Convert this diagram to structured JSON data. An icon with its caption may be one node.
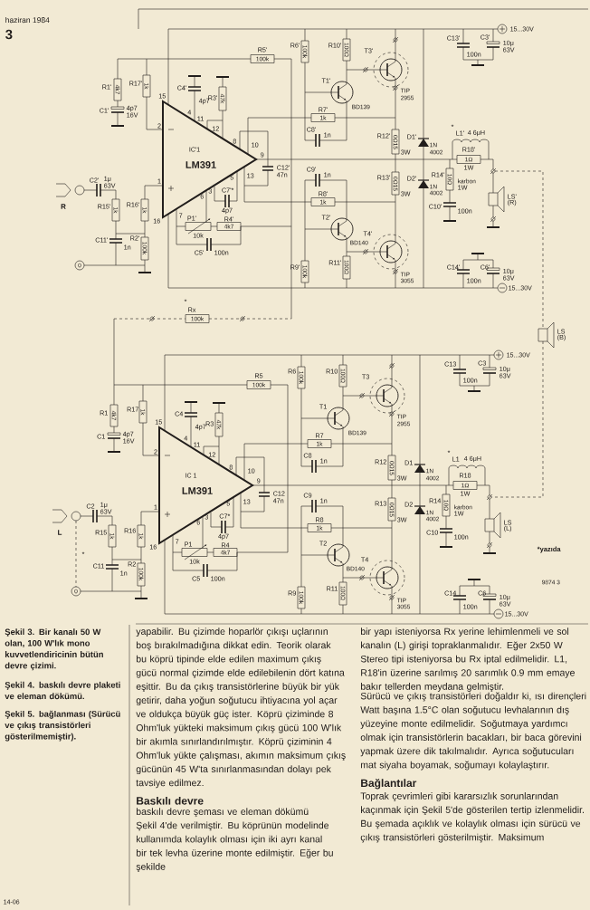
{
  "diagram": {
    "labels": [
      "haziran 1984",
      "3",
      "R1'",
      "4k7",
      "R17'",
      "1k",
      "C4'",
      "4p7",
      "R3'",
      "47k",
      "R5'",
      "100k",
      "R6'",
      "100k",
      "R10'",
      "100Ω",
      "T3'",
      "C13'",
      "100n",
      "C3'",
      "10μ",
      "63V",
      "15...30V",
      "C1'",
      "4p7",
      "16V",
      "15",
      "2",
      "4",
      "11",
      "12",
      "IC'1",
      "LM391",
      "8",
      "10",
      "9",
      "5",
      "13",
      "C12'",
      "47n",
      "T1'",
      "BD139",
      "TIP",
      "2955",
      "R7'",
      "1k",
      "C8'",
      "1n",
      "R12'",
      "0Ω15",
      "3W",
      "D1'",
      "1N",
      "4002",
      "*",
      "L1'",
      "4 6μH",
      "R18'",
      "1Ω",
      "1W",
      "C2'",
      "1μ",
      "63V",
      "1",
      "R",
      "R15'",
      "1k",
      "R16'",
      "1k",
      "6",
      "3",
      "C7'*",
      "4p7",
      "7",
      "16",
      "P1'",
      "R4'",
      "4k7",
      "10k",
      "C9'",
      "1n",
      "R8'",
      "1k",
      "R13'",
      "0Ω15",
      "3W",
      "D2'",
      "1N",
      "4002",
      "R14'",
      "10Ω",
      "karbon",
      "1W",
      "LS'",
      "(R)",
      "T2'",
      "C10'",
      "100n",
      "C11'",
      "1n",
      "R2'",
      "100k",
      "C5'",
      "100n",
      "BD140",
      "T4'",
      "0",
      "R9'",
      "100k",
      "R11'",
      "100Ω",
      "TIP",
      "3055",
      "C14'",
      "100n",
      "C6'",
      "10μ",
      "63V",
      "15...30V",
      "*",
      "Rx",
      "100k",
      "LS",
      "(B)",
      "R1",
      "4k7",
      "R17",
      "1k",
      "C4",
      "4p7",
      "R3",
      "47k",
      "R5",
      "100k",
      "R6",
      "100k",
      "R10",
      "100Ω",
      "T3",
      "C13",
      "100n",
      "C3",
      "10μ",
      "63V",
      "15...30V",
      "C1",
      "4p7",
      "16V",
      "15",
      "2",
      "4",
      "11",
      "12",
      "IC 1",
      "LM391",
      "8",
      "10",
      "9",
      "5",
      "13",
      "C12",
      "47n",
      "T1",
      "BD139",
      "TIP",
      "2955",
      "R7",
      "1k",
      "C8",
      "1n",
      "R12",
      "0Ω15",
      "3W",
      "D1",
      "1N",
      "4002",
      "*",
      "L1",
      "4 6μH",
      "R18",
      "1Ω",
      "1W",
      "C2",
      "1μ",
      "63V",
      "1",
      "L",
      "R15",
      "1k",
      "R16",
      "1k",
      "6",
      "3",
      "C7*",
      "4p7",
      "7",
      "16",
      "P1",
      "R4",
      "4k7",
      "10k",
      "C9",
      "1n",
      "R8",
      "1k",
      "R13",
      "0Ω15",
      "3W",
      "D2",
      "1N",
      "4002",
      "R14",
      "10Ω",
      "karbon",
      "1W",
      "LS",
      "(L)",
      "T2",
      "C10",
      "100n",
      "C11",
      "1n",
      "R2",
      "100k",
      "C5",
      "100n",
      "BD140",
      "T4",
      "0",
      "R9",
      "100k",
      "R11",
      "100Ω",
      "TIP",
      "3055",
      "C14",
      "100n",
      "C6",
      "10μ",
      "63V",
      "15...30V",
      "*",
      "*yazıda",
      "9874 3",
      "Şekil 3. Bir kanalı 50 W olan, 100 W'lık mono kuvvetlendiricinin bütün devre çizimi.",
      "Şekil 4. baskılı devre plaketi ve eleman dökümü.",
      "Şekil 5. bağlanması (Sürücü ve çıkış transistörleri gösterilmemiştir).",
      "yapabilir. Bu çizimde hoparlör çıkışı uçlarının boş bırakılmadığına dikkat edin. Teorik olarak bu köprü tipinde elde edilen maximum çıkış gücü normal çizimde elde edilebilenin dört katına eşittir. Bu da çıkış transistörlerine büyük bir yük getirir, daha yoğun soğutucu ihtiyacına yol açar ve oldukça büyük güç ister. Köprü çiziminde 8 Ohm'luk yükteki maksimum çıkış gücü 100 W'lık bir akımla sınırlandırılmıştır. Köprü çiziminin 4 Ohm'luk yükte çalışması, akımın maksimum çıkış gücünün 45 W'ta sınırlanmasından dolayı pek tavsiye edilmez.",
      "Baskılı devre",
      "baskılı devre şeması ve eleman dökümü Şekil 4'de verilmiştir. Bu köprünün modelinde kullanımda kolaylık olması için iki ayrı kanal bir tek levha üzerine monte edilmiştir. Eğer bu şekilde",
      "bir yapı isteniyorsa Rx yerine lehimlenmeli ve sol kanalın (L) girişi topraklanmalıdır. Eğer 2x50 W Stereo tipi isteniyorsa bu Rx iptal edilmelidir. L1, R18'in üzerine sarılmış 20 sarımlık 0.9 mm emaye bakır tellerden meydana gelmiştir.",
      "Sürücü ve çıkış transistörleri doğaldır ki, ısı dirençleri Watt başına 1.5°C olan soğutucu levhalarının dış yüzeyine monte edilmelidir. Soğutmaya yardımcı olmak için transistörlerin bacakları, bir baca görevini yapmak üzere dik takılmalıdır. Ayrıca soğutucuları mat siyaha boyamak, soğumayı kolaylaştırır.",
      "Bağlantılar",
      "Toprak çevrimleri gibi kararsızlık sorunlarından kaçınmak için Şekil 5'de gösterilen tertip izlenmelidir. Bu şemada açıklık ve kolaylık olması için sürücü ve çıkış transistörleri gösterilmiştir. Maksimum",
      "14-06"
    ]
  }
}
